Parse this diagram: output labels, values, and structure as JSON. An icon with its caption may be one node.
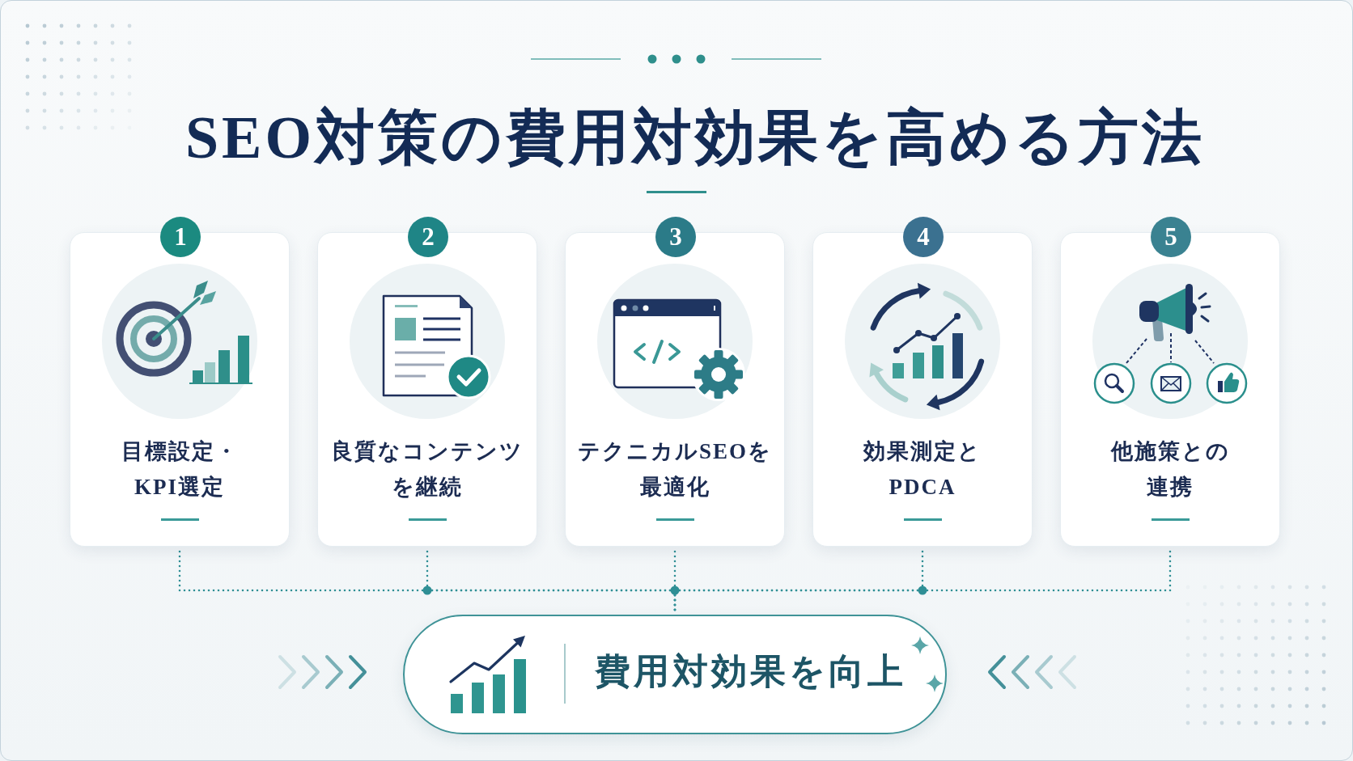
{
  "diagram": {
    "title": "SEO対策の費用対効果を高める方法",
    "nodes": [
      {
        "text": [
          "1",
          "目標設定・KPI選定"
        ]
      },
      {
        "text": [
          "2",
          "良質なコンテンツを継続"
        ]
      },
      {
        "text": [
          "3",
          "テクニカルSEOを最適化"
        ]
      },
      {
        "text": [
          "4",
          "効果測定とPDCA"
        ]
      },
      {
        "text": [
          "5",
          "他施策との連携"
        ]
      },
      {
        "text": [
          "費用対効果を向上"
        ]
      }
    ],
    "edges": [
      {
        "from": 0,
        "to": 5,
        "arrow": "none"
      },
      {
        "from": 1,
        "to": 5,
        "arrow": "none"
      },
      {
        "from": 2,
        "to": 5,
        "arrow": "none"
      },
      {
        "from": 3,
        "to": 5,
        "arrow": "none"
      },
      {
        "from": 4,
        "to": 5,
        "arrow": "none"
      }
    ]
  }
}
